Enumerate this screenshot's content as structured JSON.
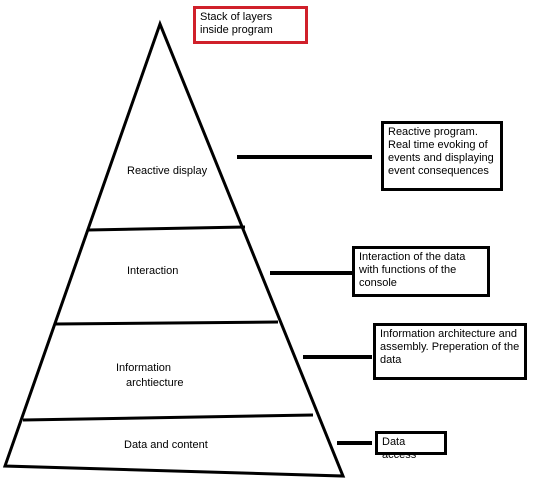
{
  "title_note": {
    "text": "Stack of layers inside program",
    "border_color": "#d0202a"
  },
  "layers": [
    {
      "label": "Reactive display",
      "note": "Reactive program. Real time evoking of events and displaying event consequences"
    },
    {
      "label": "Interaction",
      "note": "Interaction of the data with functions of the console"
    },
    {
      "label": "Information archtiecture",
      "note": "Information architecture and assembly. Preperation of the data"
    },
    {
      "label": "Data and content",
      "note": "Data access"
    }
  ],
  "colors": {
    "stroke": "#000000",
    "background": "#ffffff"
  }
}
